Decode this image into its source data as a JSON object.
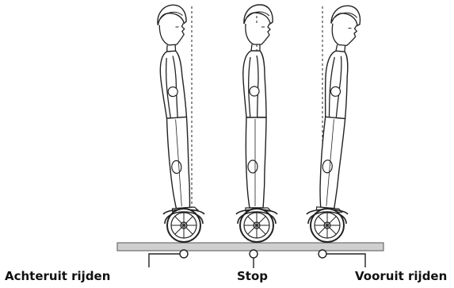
{
  "figure": {
    "figures": [
      {
        "name": "rider-leaning-back",
        "lean_deg": -4
      },
      {
        "name": "rider-upright",
        "lean_deg": 0
      },
      {
        "name": "rider-leaning-forward",
        "lean_deg": 5
      }
    ],
    "labels": {
      "backward": "Achteruit rijden",
      "stop": "Stop",
      "forward": "Vooruit rijden"
    },
    "colors": {
      "line": "#222222",
      "ground": "#cfcfcf",
      "ground_edge": "#555555"
    }
  }
}
